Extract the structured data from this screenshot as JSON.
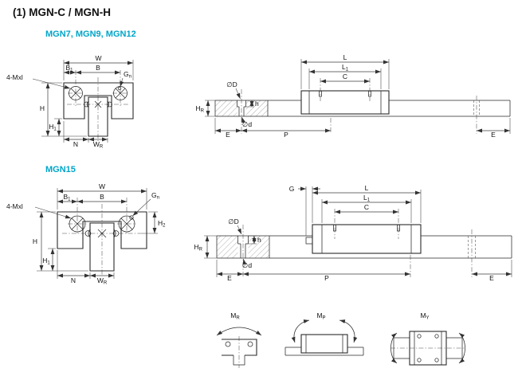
{
  "page": {
    "title": "(1) MGN-C / MGN-H",
    "background": "#ffffff",
    "line_color": "#2a2a2a",
    "accent_color": "#00a5c8"
  },
  "sections": {
    "small": {
      "label": "MGN7, MGN9, MGN12"
    },
    "large": {
      "label": "MGN15"
    }
  },
  "labels": {
    "W": "W",
    "B": "B",
    "C": "C",
    "L": "L",
    "N": "N",
    "E": "E",
    "P": "P",
    "G": "G",
    "H": "H",
    "h": "h",
    "four_mxl": "4-Mxl",
    "phi_D": "∅D",
    "phi_d": "∅d",
    "B1": {
      "base": "B",
      "sub": "1"
    },
    "L1": {
      "base": "L",
      "sub": "1"
    },
    "H1": {
      "base": "H",
      "sub": "1"
    },
    "H2": {
      "base": "H",
      "sub": "2"
    },
    "HR": {
      "base": "H",
      "sub": "R"
    },
    "WR": {
      "base": "W",
      "sub": "R"
    },
    "Gn": {
      "base": "G",
      "sub": "n"
    }
  },
  "moments": {
    "MR": {
      "base": "M",
      "sub": "R"
    },
    "MP": {
      "base": "M",
      "sub": "P"
    },
    "MY": {
      "base": "M",
      "sub": "Y"
    }
  }
}
